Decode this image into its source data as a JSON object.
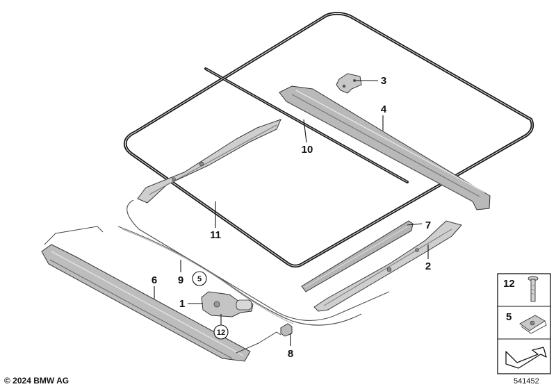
{
  "diagram": {
    "callouts": {
      "c1": "1",
      "c2": "2",
      "c3": "3",
      "c4": "4",
      "c5": "5",
      "c6": "6",
      "c7": "7",
      "c8": "8",
      "c9": "9",
      "c10": "10",
      "c11": "11",
      "c12": "12"
    },
    "legend": {
      "item_12": "12",
      "item_5": "5"
    },
    "copyright": "© 2024 BMW AG",
    "diagram_number": "541452"
  }
}
